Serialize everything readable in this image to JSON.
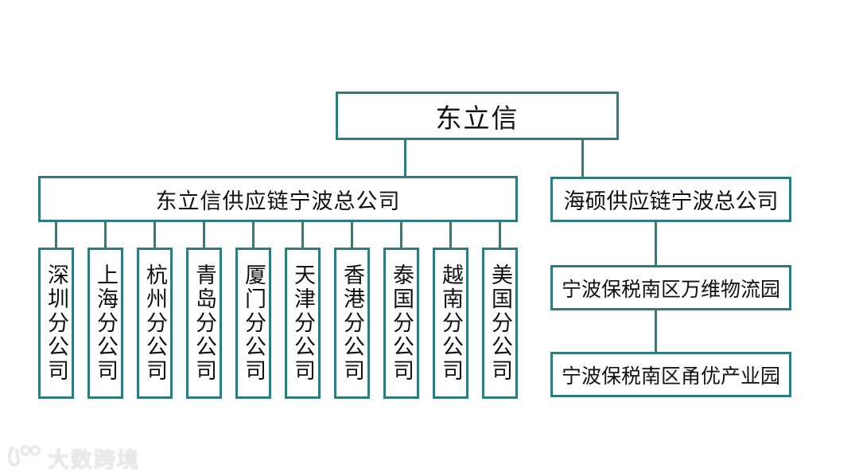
{
  "colors": {
    "line": "#2e7d7e",
    "text": "#111111",
    "watermark": "#e9e9e9",
    "background": "#ffffff"
  },
  "root": {
    "label": "东立信"
  },
  "left_branch": {
    "label": "东立信供应链宁波总公司",
    "children": [
      "深圳分公司",
      "上海分公司",
      "杭州分公司",
      "青岛分公司",
      "厦门分公司",
      "天津分公司",
      "香港分公司",
      "泰国分公司",
      "越南分公司",
      "美国分公司"
    ]
  },
  "right_branch": {
    "label": "海硕供应链宁波总公司",
    "children": [
      "宁波保税南区万维物流园",
      "宁波保税南区甬优产业园"
    ]
  },
  "watermark": {
    "text": "大数跨境",
    "logo": "100"
  }
}
